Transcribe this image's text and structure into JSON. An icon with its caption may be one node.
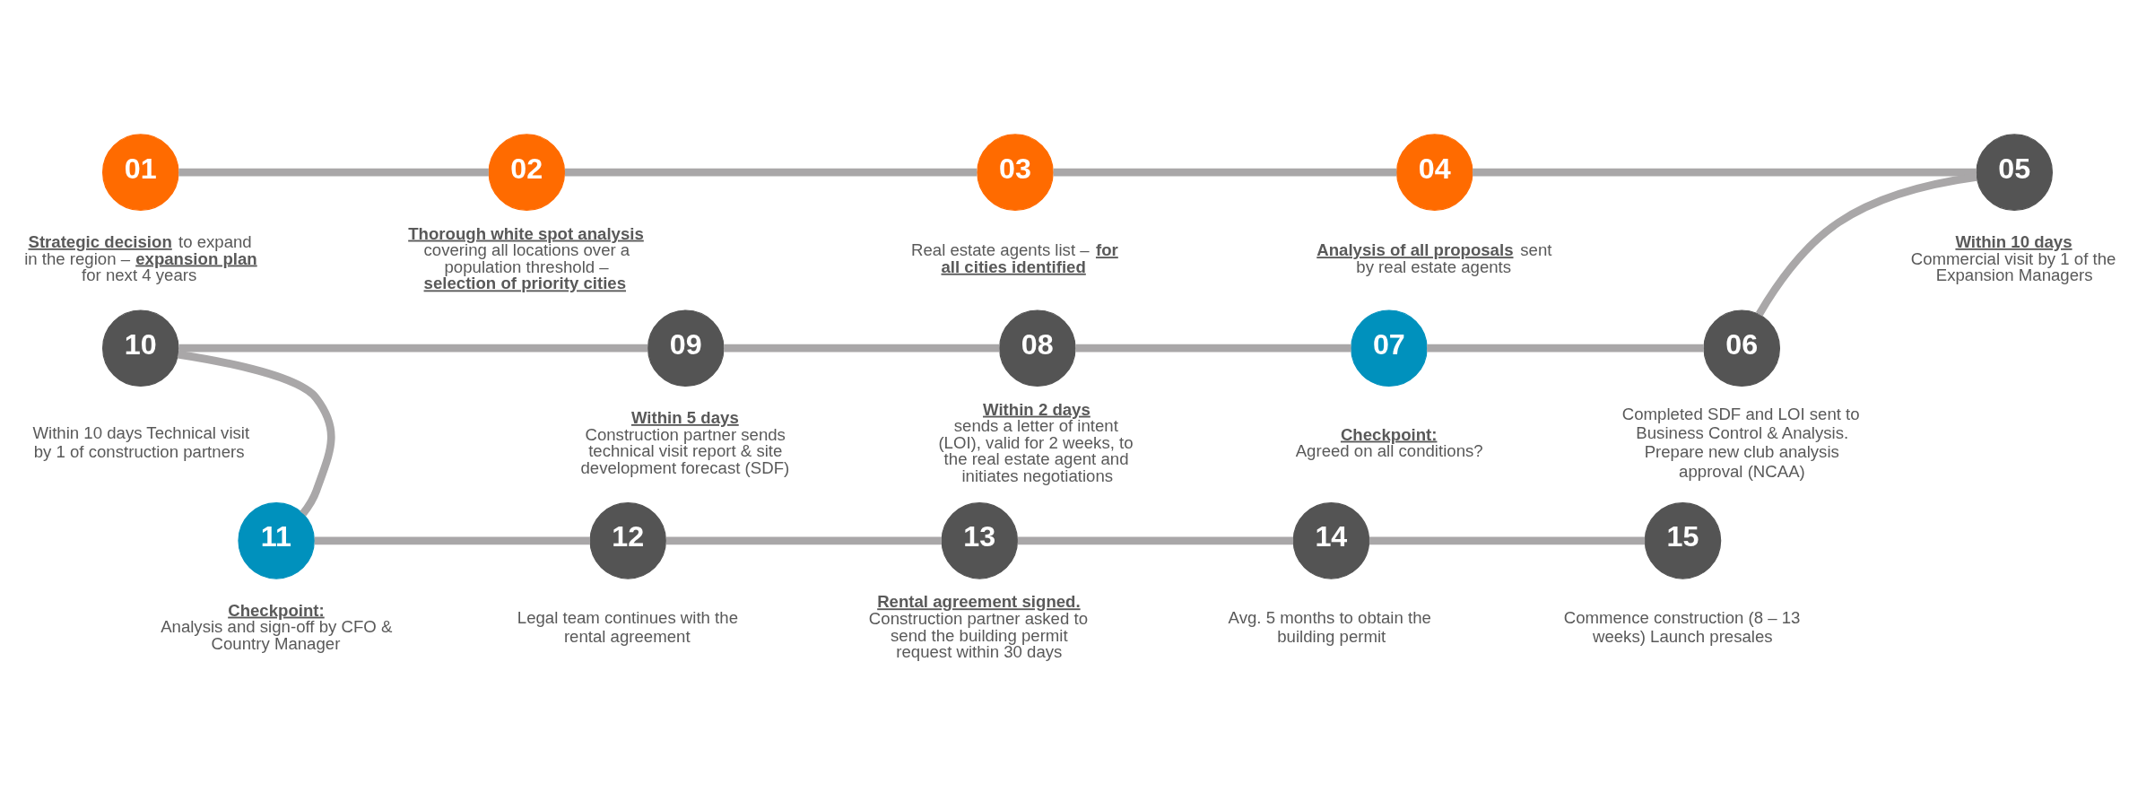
{
  "diagram": {
    "nodes": [
      {
        "text": [
          "01"
        ],
        "beside": [
          "**Strategic decision** to expand in the region – **expansion plan** for next 4 years"
        ]
      },
      {
        "text": [
          "02"
        ],
        "beside": [
          "**Thorough white spot analysis** covering all locations over a population threshold – **selection of priority cities**"
        ]
      },
      {
        "text": [
          "03"
        ],
        "beside": [
          "Real estate agents list – **for all cities identified**"
        ]
      },
      {
        "text": [
          "04"
        ],
        "beside": [
          "**Analysis of all proposals** sent by real estate agents"
        ]
      },
      {
        "text": [
          "05"
        ],
        "beside": [
          "Within 10 days",
          "Commercial visit by 1 of the Expansion Managers"
        ]
      },
      {
        "text": [
          "06"
        ],
        "beside": [
          "Completed SDF and LOI sent to Business Control & Analysis. Prepare new club analysis approval (NCAA)"
        ]
      },
      {
        "text": [
          "07"
        ],
        "beside": [
          "Checkpoint:",
          "Agreed on all conditions?"
        ]
      },
      {
        "text": [
          "08"
        ],
        "beside": [
          "Within 2 days",
          "sends a letter of intent (LOI), valid for 2 weeks, to the real estate agent and initiates negotiations"
        ]
      },
      {
        "text": [
          "09"
        ],
        "beside": [
          "Within 5 days",
          "Construction partner sends technical visit report & site development forecast (SDF)"
        ]
      },
      {
        "text": [
          "10"
        ],
        "beside": [
          "Within 10 days Technical visit by 1 of construction partners"
        ]
      },
      {
        "text": [
          "11"
        ],
        "beside": [
          "Checkpoint:",
          "Analysis and sign-off by CFO & Country Manager"
        ]
      },
      {
        "text": [
          "12"
        ],
        "beside": [
          "Legal team continues with the rental agreement"
        ]
      },
      {
        "text": [
          "13"
        ],
        "beside": [
          "Rental agreement signed.",
          "Construction partner asked to send the building permit request within 30 days"
        ]
      },
      {
        "text": [
          "14"
        ],
        "beside": [
          "Avg. 5 months to obtain the building permit"
        ]
      },
      {
        "text": [
          "15"
        ],
        "beside": [
          "Commence construction (8 – 13 weeks) Launch presales"
        ]
      }
    ],
    "edges": [
      {
        "from": 0,
        "to": 1,
        "arrow": "none"
      },
      {
        "from": 1,
        "to": 2,
        "arrow": "none"
      },
      {
        "from": 2,
        "to": 3,
        "arrow": "none"
      },
      {
        "from": 3,
        "to": 4,
        "arrow": "none"
      },
      {
        "from": 4,
        "to": 5,
        "arrow": "none"
      },
      {
        "from": 5,
        "to": 6,
        "arrow": "none"
      },
      {
        "from": 6,
        "to": 7,
        "arrow": "none"
      },
      {
        "from": 7,
        "to": 8,
        "arrow": "none"
      },
      {
        "from": 8,
        "to": 9,
        "arrow": "none"
      },
      {
        "from": 9,
        "to": 10,
        "arrow": "none"
      },
      {
        "from": 10,
        "to": 11,
        "arrow": "none"
      },
      {
        "from": 11,
        "to": 12,
        "arrow": "none"
      },
      {
        "from": 12,
        "to": 13,
        "arrow": "none"
      },
      {
        "from": 13,
        "to": 14,
        "arrow": "none"
      }
    ]
  }
}
